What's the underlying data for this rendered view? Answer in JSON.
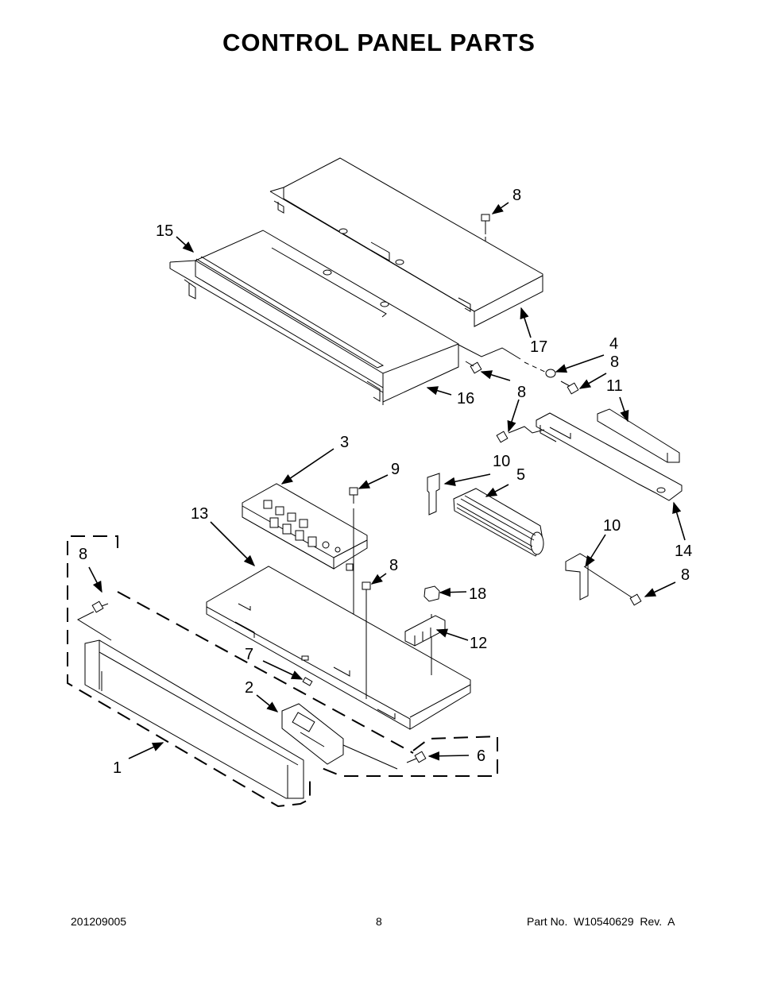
{
  "title": "CONTROL PANEL PARTS",
  "callouts": [
    "8",
    "15",
    "17",
    "4",
    "8",
    "11",
    "16",
    "8",
    "3",
    "9",
    "10",
    "5",
    "13",
    "8",
    "8",
    "18",
    "10",
    "14",
    "8",
    "12",
    "7",
    "2",
    "6",
    "1"
  ],
  "footer": {
    "left": "201209005",
    "center": "8",
    "right": "Part No.  W10540629  Rev.  A"
  }
}
